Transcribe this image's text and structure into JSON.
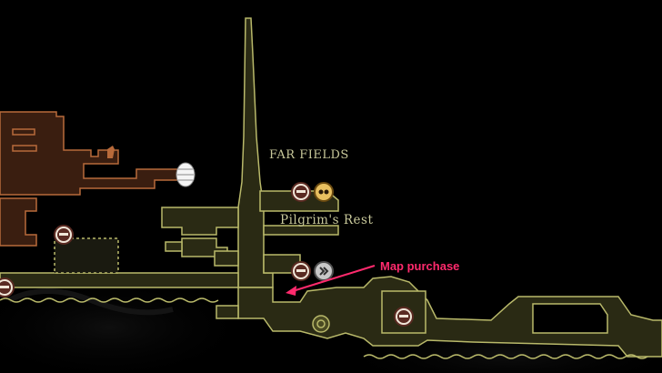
{
  "map": {
    "region_name": "FAR FIELDS",
    "location_name": "Pilgrim's Rest"
  },
  "annotation": {
    "text": "Map purchase",
    "color": "#ff2a6d"
  },
  "colors": {
    "area_outline": "#b9b96a",
    "area_fill": "#2a2a14",
    "neighbor_outline": "#b86a3a",
    "neighbor_fill": "#3a1e10",
    "background": "#000000"
  },
  "icons": [
    "bench-icon",
    "bench-icon",
    "bench-icon",
    "bench-icon",
    "bench-icon",
    "bench-icon",
    "vendor-icon",
    "fast-travel-icon",
    "cocoon-icon",
    "shrine-icon"
  ]
}
